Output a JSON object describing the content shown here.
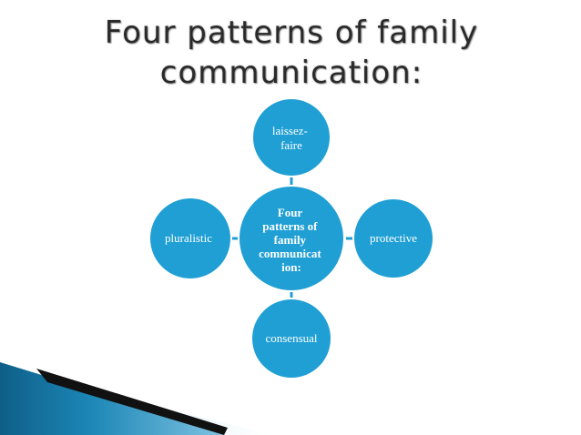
{
  "title": {
    "line1": "Four patterns of family",
    "line2": "communication:"
  },
  "diagram": {
    "center": {
      "lines": [
        "Four",
        "patterns of",
        "family",
        "communicat",
        "ion:"
      ]
    },
    "nodes": {
      "top": {
        "lines": [
          "laissez-",
          "faire"
        ]
      },
      "right": {
        "lines": [
          "protective"
        ]
      },
      "bottom": {
        "lines": [
          "consensual"
        ]
      },
      "left": {
        "lines": [
          "pluralistic"
        ]
      }
    }
  },
  "colors": {
    "node_fill": "#1f9fd4",
    "node_stroke": "#ffffff",
    "connector": "#1f9fd4",
    "title_text": "#2a2a2a"
  }
}
